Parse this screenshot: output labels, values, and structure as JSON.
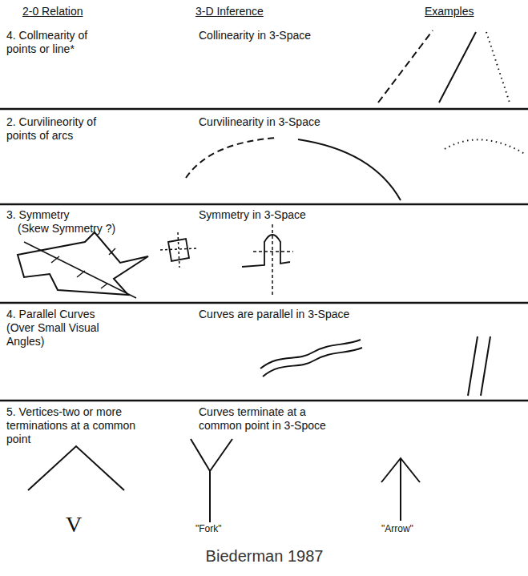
{
  "diagram": {
    "caption": "Biederman 1987",
    "labels": [
      "2-0 Relation",
      "3-D Inference",
      "Examples",
      "4. Collmearity of points or line*",
      "Collinearity in 3-Space",
      "2. Curvilineority of points of arcs",
      "Curvilinearity in 3-Space",
      "3. Symmetry",
      "(Skew Symmetry ?)",
      "Symmetry in 3-Space",
      "4. Parallel Curves (Over Small Visual Angles)",
      "Curves are parallel in 3-Space",
      "5. Vertices-two or more terminations at a common point",
      "Curves terminate at a common point in 3-Spoce",
      "V",
      "\"Fork\"",
      "\"Arrow\""
    ]
  }
}
